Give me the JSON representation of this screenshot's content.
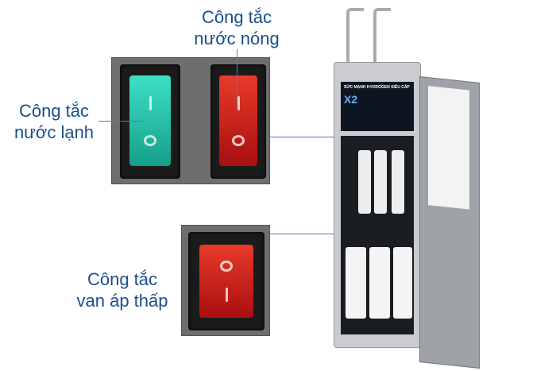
{
  "labels": {
    "hot": [
      "Công tắc",
      "nước nóng"
    ],
    "cold": [
      "Công tắc",
      "nước lạnh"
    ],
    "lowpressure": [
      "Công tắc",
      "van áp thấp"
    ]
  },
  "machine": {
    "banner": "SỨC MẠNH HYDROGEN SIÊU CẤP",
    "badge": "X2"
  },
  "colors": {
    "label": "#1a4f8a",
    "green_switch": "#1fbfa5",
    "red_switch": "#d42020"
  }
}
